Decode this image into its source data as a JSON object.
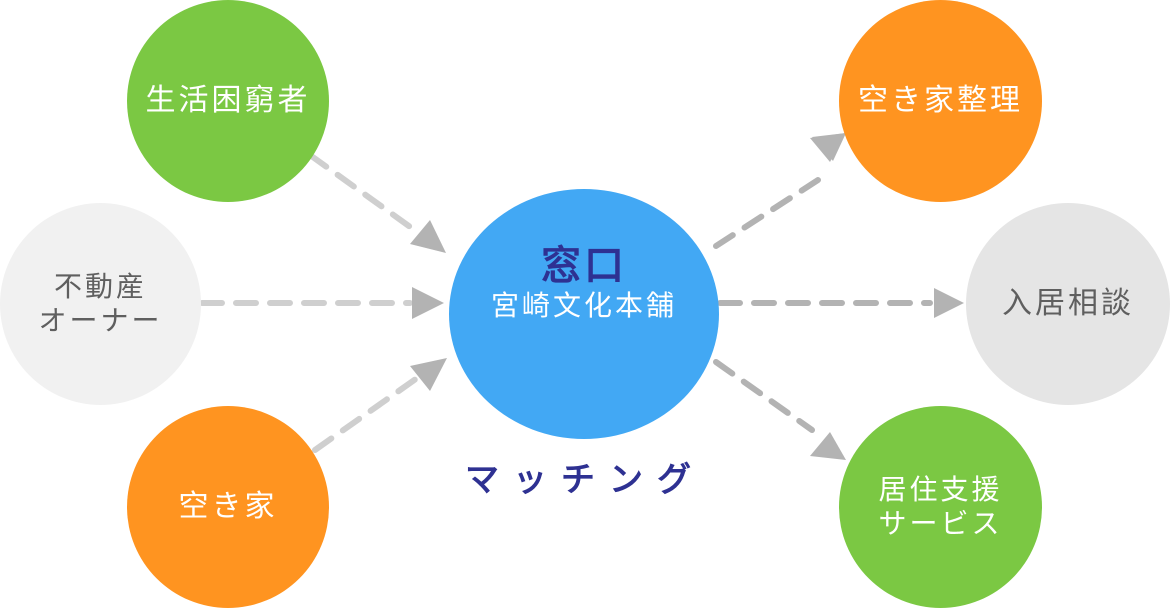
{
  "colors": {
    "green": "#7bc843",
    "orange": "#ff9420",
    "light_gray_left": "#f1f1f1",
    "light_gray_right": "#e5e5e5",
    "center_blue": "#42a8f4",
    "navy": "#2e3192",
    "arrow_gray": "#b3b3b3",
    "dash_gray": "#cfcfcf"
  },
  "center": {
    "title": "窓口",
    "subtitle": "宮崎文化本舗",
    "caption": "マッチング"
  },
  "inputs": [
    {
      "id": "poverty",
      "lines": [
        "生活困窮者"
      ],
      "color": "green"
    },
    {
      "id": "owner",
      "lines": [
        "不動産",
        "オーナー"
      ],
      "color": "light_gray_left"
    },
    {
      "id": "vacant",
      "lines": [
        "空き家"
      ],
      "color": "orange"
    }
  ],
  "outputs": [
    {
      "id": "cleanup",
      "lines": [
        "空き家整理"
      ],
      "color": "orange"
    },
    {
      "id": "consult",
      "lines": [
        "入居相談"
      ],
      "color": "light_gray_right"
    },
    {
      "id": "support",
      "lines": [
        "居住支援",
        "サービス"
      ],
      "color": "green"
    }
  ]
}
